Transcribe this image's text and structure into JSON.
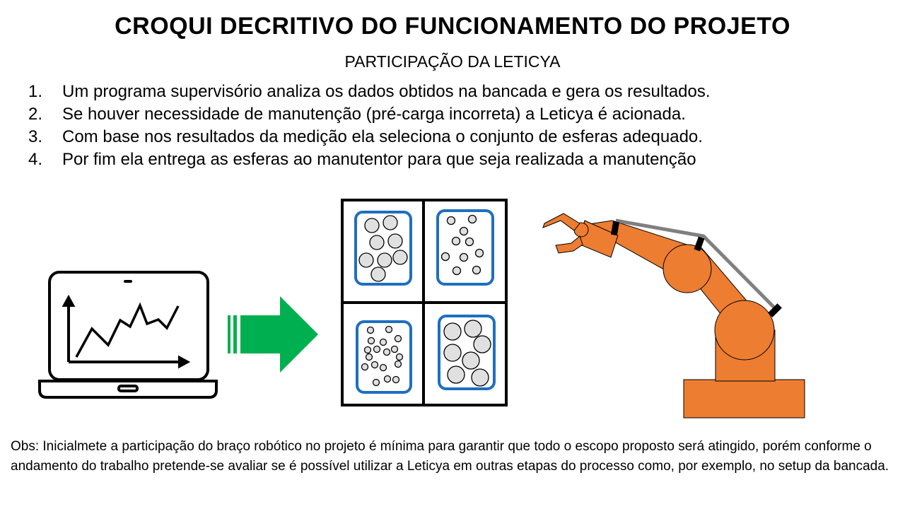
{
  "title": "CROQUI DECRITIVO DO FUNCIONAMENTO DO PROJETO",
  "subtitle": "PARTICIPAÇÃO DA LETICYA",
  "steps": [
    {
      "num": "1.",
      "text": "Um programa supervisório analiza os dados obtidos na bancada e gera os resultados."
    },
    {
      "num": "2.",
      "text": "Se houver necessidade de manutenção (pré-carga incorreta) a Leticya é acionada."
    },
    {
      "num": "3.",
      "text": "Com base nos resultados da medição ela seleciona o conjunto de esferas adequado."
    },
    {
      "num": "4.",
      "text": "Por fim ela entrega as esferas ao manutentor para que seja realizada a manutenção"
    }
  ],
  "obs": "Obs: Inicialmete a participação do braço robótico no projeto é mínima para garantir que todo o escopo proposto será atingido, porém conforme o andamento do trabalho pretende-se avaliar se é possível utilizar a Leticya em outras etapas do processo como, por exemplo, no setup da bancada.",
  "icons": [
    "laptop-chart-icon",
    "arrow-icon",
    "sphere-bins-icon",
    "robot-arm-icon"
  ],
  "colors": {
    "arrow": "#00b050",
    "bin_border": "#1f6fbf",
    "robot": "#ed7d31",
    "link": "#808080",
    "sphere": "#e0e0e0"
  }
}
